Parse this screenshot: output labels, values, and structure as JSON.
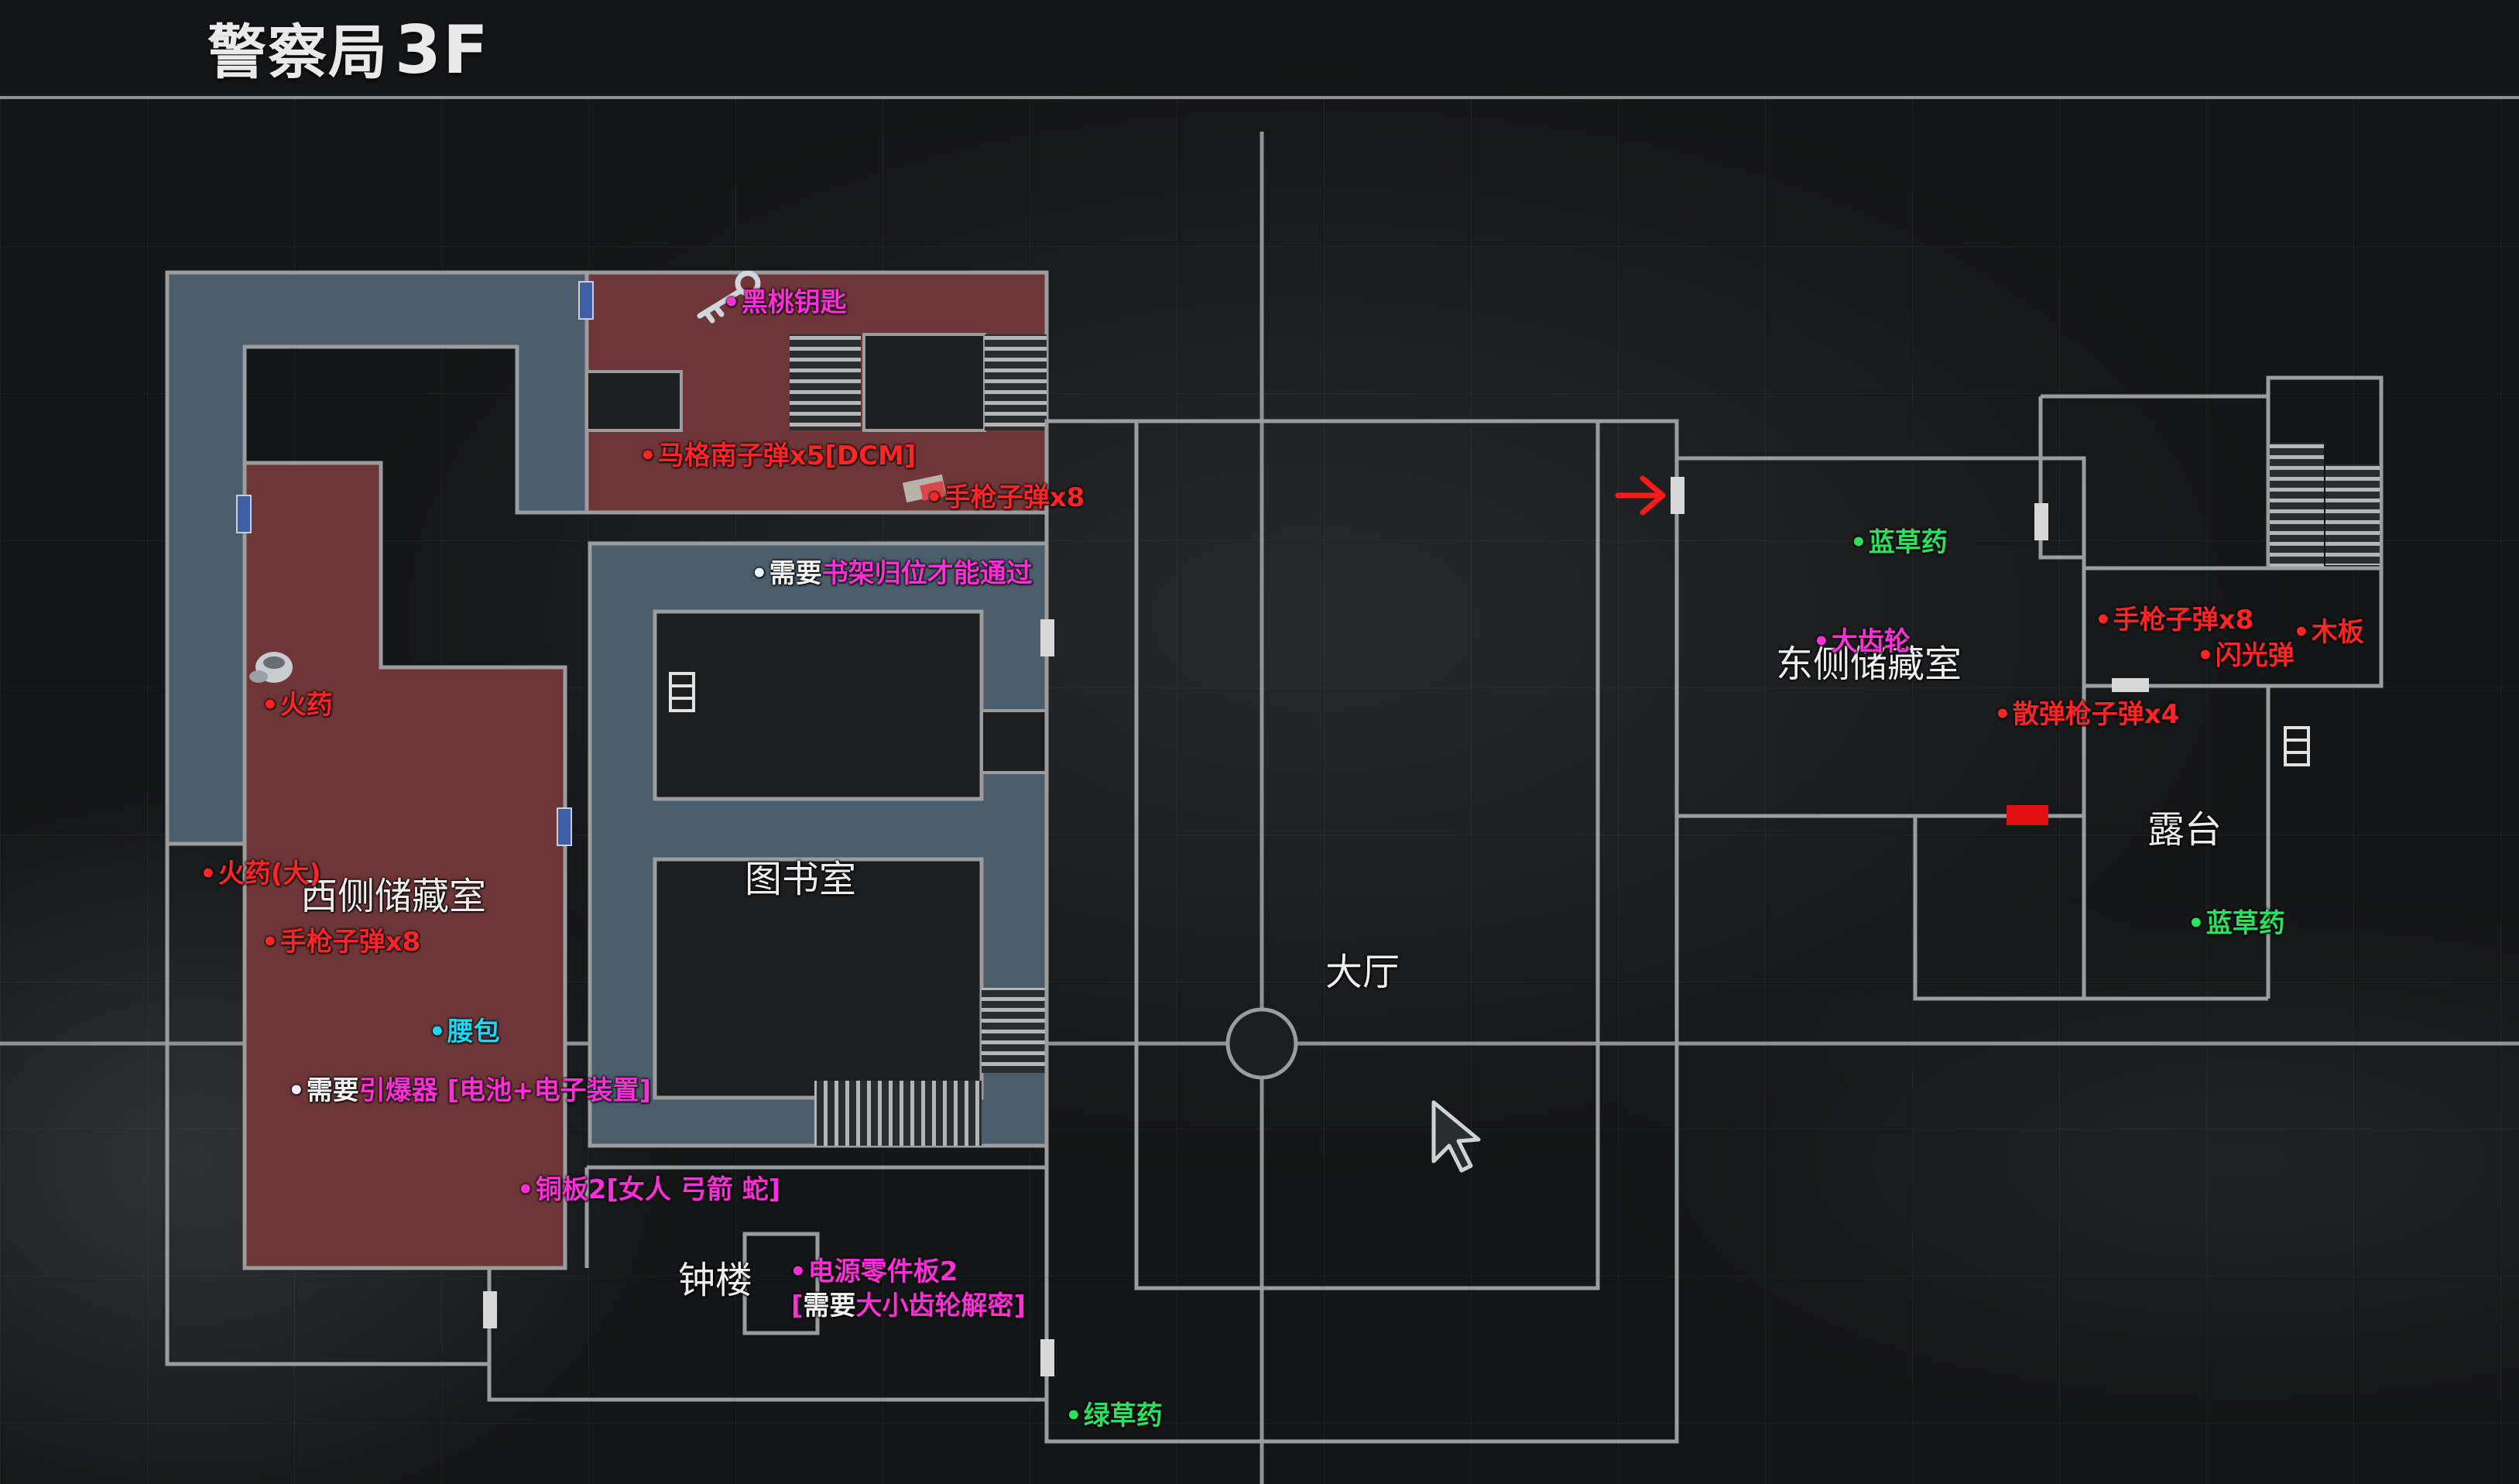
{
  "header": {
    "title": "警察局",
    "floor": "3F"
  },
  "rooms": {
    "west_storage": "西侧储藏室",
    "library": "图书室",
    "hall": "大厅",
    "east_storage": "东侧储藏室",
    "balcony": "露台",
    "clock_tower": "钟楼"
  },
  "items": {
    "black_key": "黑桃钥匙",
    "magnum_ammo": "马格南子弹x5[DCM]",
    "handgun_ammo_north": "手枪子弹x8",
    "gunpowder": "火药",
    "gunpowder_large": "火药(大)",
    "handgun_ammo_west": "手枪子弹x8",
    "hip_pouch": "腰包",
    "copper_plate": "铜板2[女人 弓箭 蛇]",
    "power_panel": "电源零件板2",
    "green_herb_south": "绿草药",
    "blue_herb_east": "蓝草药",
    "large_gear": "大齿轮",
    "handgun_ammo_east": "手枪子弹x8",
    "flash_grenade": "闪光弹",
    "wood_board": "木板",
    "shotgun_shells": "散弹枪子弹x4",
    "blue_herb_balcony": "蓝草药"
  },
  "notes": {
    "shelf_prefix": "需要",
    "shelf_req": "书架归位才能通过",
    "detonator_prefix": "需要",
    "detonator_req": "引爆器 [电池+电子装置]",
    "gear_open": "[",
    "gear_prefix": "需要",
    "gear_req": "大小齿轮解密]"
  },
  "colors": {
    "red_room": "#6e3638",
    "blue_corridor": "#4b5c6a",
    "wall": "#9a9c9e",
    "required_item": "#ff2525",
    "key_item": "#ff2fd8",
    "herb": "#29e35c"
  },
  "icons": [
    "stairs-icon",
    "door-icon",
    "key-icon",
    "gunpowder-icon",
    "cursor-icon",
    "arrow-icon"
  ]
}
